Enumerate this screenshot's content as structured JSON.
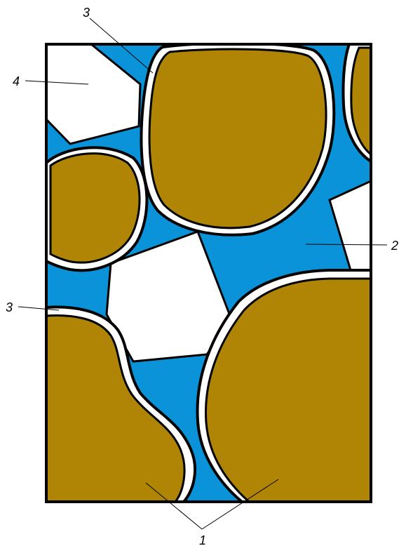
{
  "figure": {
    "colors": {
      "frame": "#000000",
      "pore_fluid": "#0a93d9",
      "grain": "#b08505",
      "grain_outline": "#000000",
      "coating": "#ffffff",
      "open_space": "#ffffff"
    },
    "callouts": [
      {
        "id": "callout-3-top",
        "label": "3"
      },
      {
        "id": "callout-4",
        "label": "4"
      },
      {
        "id": "callout-2",
        "label": "2"
      },
      {
        "id": "callout-3-left",
        "label": "3"
      },
      {
        "id": "callout-1",
        "label": "1"
      }
    ]
  }
}
